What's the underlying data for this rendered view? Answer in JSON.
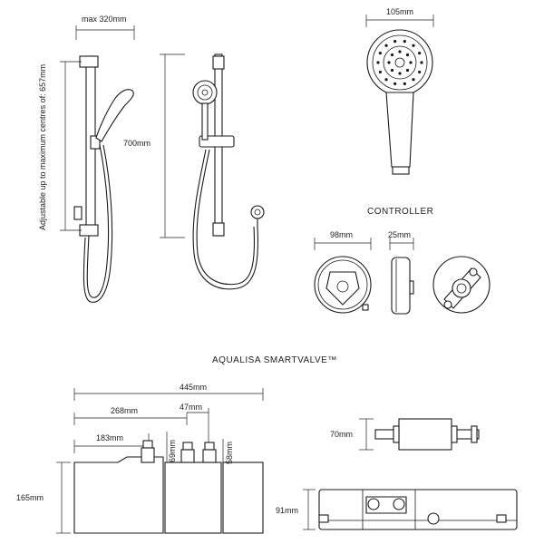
{
  "colors": {
    "line": "#1a1a1a",
    "background": "#ffffff"
  },
  "shower_kit": {
    "width_label": "max 320mm",
    "adjustable_label": "Adjustable up to maximum centres of: 657mm",
    "rail_height_label": "700mm"
  },
  "handset": {
    "width_label": "105mm"
  },
  "controller": {
    "title": "CONTROLLER",
    "width_label": "98mm",
    "depth_label": "25mm"
  },
  "smartvalve": {
    "title": "AQUALISA SMARTVALVE™",
    "total_width_label": "445mm",
    "dim_268_label": "268mm",
    "dim_47_label": "47mm",
    "dim_183_label": "183mm",
    "dim_69_label": "69mm",
    "dim_58_label": "58mm",
    "height_label": "165mm",
    "side_height_label": "70mm",
    "base_height_label": "91mm"
  }
}
